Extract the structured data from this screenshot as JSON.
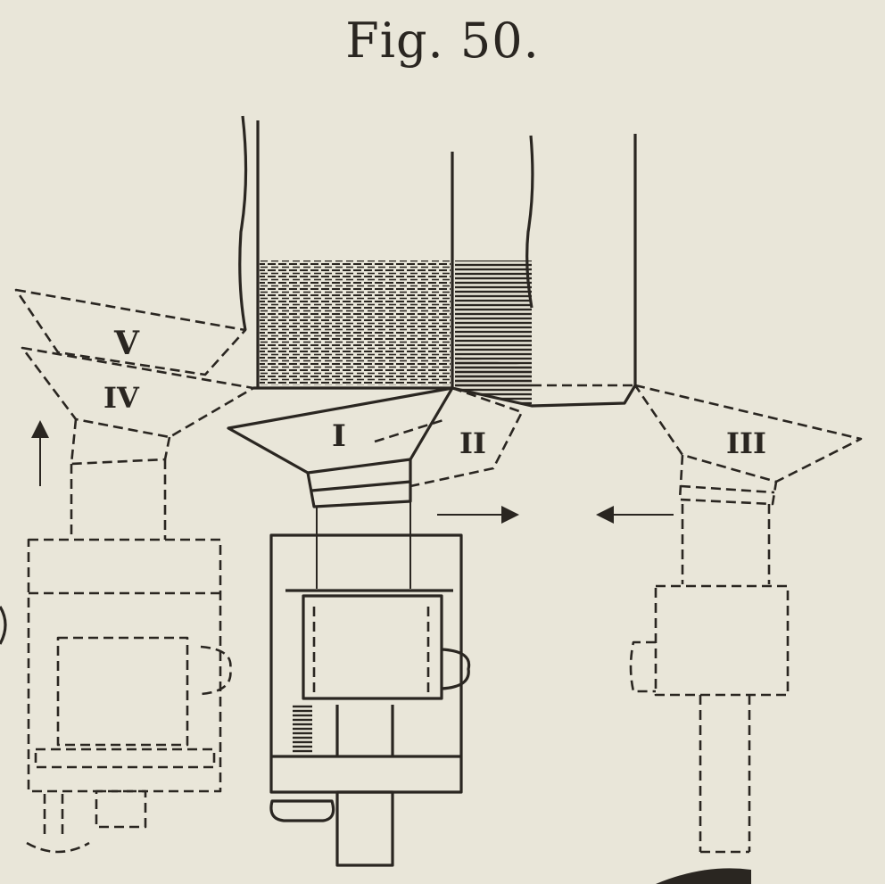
{
  "figure": {
    "title": "Fig. 50."
  },
  "positions": [
    "I",
    "II",
    "III",
    "IV",
    "V"
  ],
  "colors": {
    "paper": "#e9e6d9",
    "ink": "#2a2621"
  }
}
